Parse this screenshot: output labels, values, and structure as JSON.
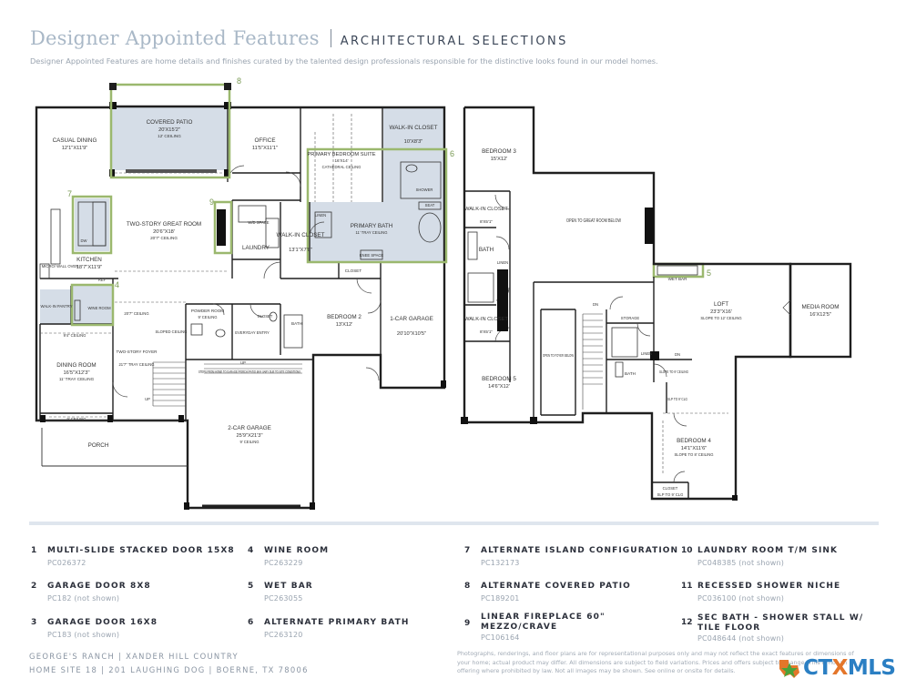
{
  "header": {
    "title": "Designer Appointed Features",
    "subtitle": "ARCHITECTURAL SELECTIONS",
    "description": "Designer Appointed Features are home details and finishes curated by the talented design professionals responsible for the distinctive looks found in our model homes."
  },
  "rooms": {
    "casual_dining": {
      "name": "CASUAL DINING",
      "dim": "12'1\"X11'9\""
    },
    "covered_patio": {
      "name": "COVERED PATIO",
      "dim": "20'X15'2\"",
      "note": "12' CEILING"
    },
    "office": {
      "name": "OFFICE",
      "dim": "11'5\"X11'1\""
    },
    "primary_suite": {
      "name": "PRIMARY BEDROOM SUITE",
      "dim": "16'X14'",
      "note": "CATHEDRAL CEILING"
    },
    "walk_in_closet": {
      "name": "WALK-IN CLOSET",
      "dim": "10'X8'3\""
    },
    "shower": "SHOWER",
    "seat": "SEAT",
    "linen": "LINEN",
    "primary_bath": {
      "name": "PRIMARY BATH",
      "note": "11' TRAY CEILING"
    },
    "knee_space": "KNEE SPACE",
    "great_room": {
      "name": "TWO-STORY GREAT ROOM",
      "dim": "20'6\"X18'",
      "note": "20'7\" CEILING"
    },
    "wd_space": "W/D SPACE",
    "laundry": "LAUNDRY",
    "walk_in_closet_2": {
      "name": "WALK-IN CLOSET",
      "dim": "13'1\"X7'8\""
    },
    "closet": "CLOSET",
    "bedroom2": {
      "name": "BEDROOM 2",
      "dim": "13'X12'"
    },
    "garage1": {
      "name": "1-CAR GARAGE",
      "dim": "20'10\"X10'5\""
    },
    "kitchen": {
      "name": "KITCHEN",
      "dim": "18'7\"X11'9\""
    },
    "dw": "DW",
    "micro_wall_oven": "MICRO/ WALL OVEN",
    "ref": "REF",
    "walk_in_pantry": "WALK-IN PANTRY",
    "wine_room": "WINE ROOM",
    "ceiling_20_7": "20'7\" CEILING",
    "ceiling_9_4": "9'4\" CEILING",
    "powder_room": {
      "name": "POWDER ROOM",
      "note": "9' CEILING"
    },
    "closet_small": "CLOSET",
    "bath": "BATH",
    "everyday_entry": "EVERYDAY ENTRY",
    "sloped_ceiling": "SLOPED CEILING",
    "foyer": {
      "name": "TWO-STORY FOYER",
      "note": "21'7\" TRAY CEILING"
    },
    "dining": {
      "name": "DINING ROOM",
      "dim": "16'5\"X12'3\"",
      "note": "11' TRAY CEILING"
    },
    "steps_note": "STEPS FROM HOME TO GARAGE/ PORCH/ PATIO MAY VARY DUE TO SITE CONDITIONS",
    "up": "UP",
    "garage2": {
      "name": "2-CAR GARAGE",
      "dim": "25'9\"X21'3\"",
      "note": "9' CEILING"
    },
    "porch": "PORCH",
    "porch_ceiling": "9' CEILING",
    "bedroom3": {
      "name": "BEDROOM 3",
      "dim": "15'X12'"
    },
    "wic_a": {
      "name": "WALK-IN CLOSET",
      "dim": "8'X5'1\""
    },
    "bath_up": "BATH",
    "linen_up": "LINEN",
    "wic_b": {
      "name": "WALK-IN CLOSET",
      "dim": "8'X5'1\""
    },
    "bedroom5": {
      "name": "BEDROOM 5",
      "dim": "14'6\"X12'"
    },
    "open_great": "OPEN TO GREAT ROOM BELOW",
    "wet_bar": "WET BAR",
    "open_foyer": "OPEN TO FOYER BELOW",
    "dn": "DN",
    "storage": "STORAGE",
    "linen_loft": "LINEN",
    "bath_loft": "BATH",
    "loft": {
      "name": "LOFT",
      "dim": "23'3\"X16'",
      "note": "SLOPE TO 12' CEILING"
    },
    "media_room": {
      "name": "MEDIA ROOM",
      "dim": "16'X12'5\""
    },
    "slope_9": "SLOPE TO 9' CEILING",
    "slope_to_9_clg": "SLP TO 9' CLG",
    "bedroom4": {
      "name": "BEDROOM 4",
      "dim": "14'1\"X11'6\"",
      "note": "SLOPE TO 8' CEILING"
    },
    "closet_b4": {
      "name": "CLOSET",
      "note": "SLP TO 9' CLG"
    }
  },
  "markers": [
    "8",
    "7",
    "9",
    "6",
    "4",
    "5"
  ],
  "features": [
    {
      "num": "1",
      "name": "MULTI-SLIDE STACKED DOOR 15X8",
      "code": "PC026372"
    },
    {
      "num": "2",
      "name": "GARAGE DOOR 8X8",
      "code": "PC182 (not shown)"
    },
    {
      "num": "3",
      "name": "GARAGE DOOR 16X8",
      "code": "PC183 (not shown)"
    },
    {
      "num": "4",
      "name": "WINE ROOM",
      "code": "PC263229"
    },
    {
      "num": "5",
      "name": "WET BAR",
      "code": "PC263055"
    },
    {
      "num": "6",
      "name": "ALTERNATE PRIMARY BATH",
      "code": "PC263120"
    },
    {
      "num": "7",
      "name": "ALTERNATE ISLAND CONFIGURATION",
      "code": "PC132173"
    },
    {
      "num": "8",
      "name": "ALTERNATE COVERED PATIO",
      "code": "PC189201"
    },
    {
      "num": "9",
      "name": "LINEAR FIREPLACE 60\" MEZZO/CRAVE",
      "code": "PC106164"
    },
    {
      "num": "10",
      "name": "LAUNDRY ROOM T/M SINK",
      "code": "PC048385 (not shown)"
    },
    {
      "num": "11",
      "name": "RECESSED SHOWER NICHE",
      "code": "PC036100 (not shown)"
    },
    {
      "num": "12",
      "name": "SEC BATH - SHOWER STALL W/ TILE FLOOR",
      "code": "PC048644 (not shown)"
    }
  ],
  "footer": {
    "line1": "GEORGE'S RANCH  |  XANDER HILL COUNTRY",
    "line2": "HOME SITE 18  |  201 LAUGHING DOG  |  BOERNE, TX 78006",
    "disclaimer": "Photographs, renderings, and floor plans are for representational purposes only and may not reflect the exact features or dimensions of your home; actual product may differ. All dimensions are subject to field variations. Prices and offers subject to change. This is not an offering where prohibited by law. Not all images may be shown. See online or onsite for details."
  },
  "logo": {
    "part1": "CT",
    "part2": "X",
    "part3": "MLS"
  },
  "colors": {
    "highlight_fill": "#d5dde7",
    "marker_green": "#9bb86e",
    "wall": "#1f1f1f"
  }
}
